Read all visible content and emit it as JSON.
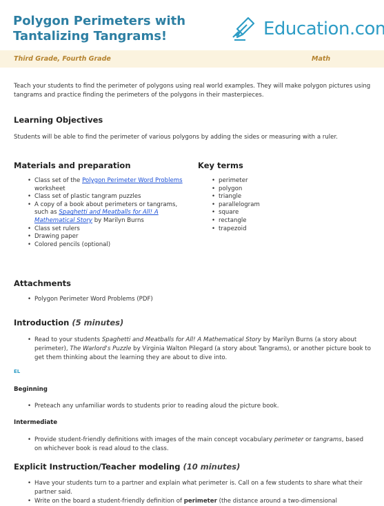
{
  "header": {
    "title": "Polygon Perimeters with Tantalizing Tangrams!",
    "logo_text": "Education.com",
    "logo_icon": "stacked-pencil-icon"
  },
  "meta": {
    "grades": "Third Grade, Fourth Grade",
    "subject": "Math"
  },
  "intro_text": "Teach your students to find the perimeter of polygons using real world examples. They will make polygon pictures using tangrams and practice finding the perimeters of the polygons in their masterpieces.",
  "objectives": {
    "heading": "Learning Objectives",
    "text": "Students will be able to find the perimeter of various polygons by adding the sides or measuring with a ruler."
  },
  "materials": {
    "heading": "Materials and preparation",
    "item1_pre": "Class set of the ",
    "item1_link": "Polygon Perimeter Word Problems",
    "item1_post": " worksheet",
    "item2": "Class set of plastic tangram puzzles",
    "item3_pre": "A copy of a book about perimeters or tangrams, such as ",
    "item3_link": "Spaghetti and Meatballs for All! A Mathematical Story",
    "item3_post": " by Marilyn Burns",
    "item4": "Class set rulers",
    "item5": "Drawing paper",
    "item6": "Colored pencils (optional)"
  },
  "key_terms": {
    "heading": "Key terms",
    "items": [
      "perimeter",
      "polygon",
      "triangle",
      "parallelogram",
      "square",
      "rectangle",
      "trapezoid"
    ]
  },
  "attachments": {
    "heading": "Attachments",
    "items": [
      "Polygon Perimeter Word Problems (PDF)"
    ]
  },
  "introduction": {
    "heading": "Introduction",
    "time": "(5 minutes)",
    "p1": "Read to your students ",
    "t1": "Spaghetti and Meatballs for All! A Mathematical Story",
    "p2": " by Marilyn Burns (a story about perimeter), ",
    "t2": "The Warlord's Puzzle",
    "p3": " by Virginia Walton Pilegard (a story about Tangrams), or another picture book to get them thinking about the learning they are about to dive into."
  },
  "el": {
    "label": "EL",
    "beginning_heading": "Beginning",
    "beginning_text": "Preteach any unfamiliar words to students prior to reading aloud the picture book.",
    "intermediate_heading": "Intermediate",
    "int_p1": "Provide student-friendly definitions with images of the main concept vocabulary ",
    "int_t1": "perimeter",
    "int_p2": " or ",
    "int_t2": "tangrams",
    "int_p3": ", based on whichever book is read aloud to the class."
  },
  "explicit": {
    "heading": "Explicit Instruction/Teacher modeling",
    "time": "(10 minutes)",
    "item1": "Have your students turn to a partner and explain what perimeter is. Call on a few students to share what their partner said.",
    "item2_pre": "Write on the board a student-friendly definition of ",
    "item2_bold": "perimeter",
    "item2_post": " (the distance around a two-dimensional"
  },
  "colors": {
    "title": "#2d7fa3",
    "logo": "#2d9cc5",
    "band": "#fbf3df",
    "band_text": "#b5832f",
    "link": "#1a4fd6"
  }
}
